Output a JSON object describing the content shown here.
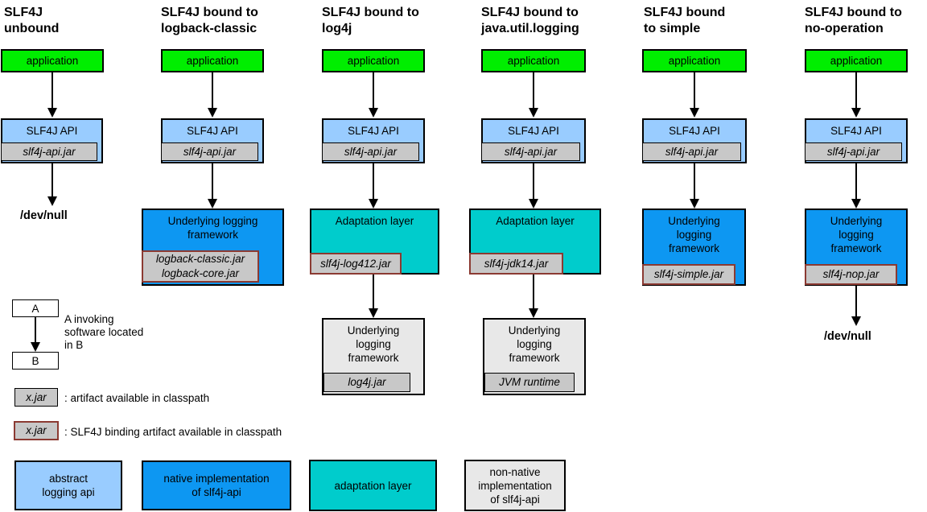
{
  "palette": {
    "application_green": "#00ee00",
    "abstract_api_light_blue": "#99ccff",
    "native_impl_blue": "#0d97f2",
    "adaptation_teal": "#00cccc",
    "jar_gray": "#c8c8c8",
    "non_native_gray": "#e8e8e8",
    "binding_border_red": "#8b3a32",
    "line_black": "#000000",
    "background": "#ffffff"
  },
  "columns": [
    {
      "title": "SLF4J\nunbound",
      "application": "application",
      "api": "SLF4J API",
      "api_jar": "slf4j-api.jar",
      "terminal": "/dev/null"
    },
    {
      "title": "SLF4J bound to\nlogback-classic",
      "application": "application",
      "api": "SLF4J API",
      "api_jar": "slf4j-api.jar",
      "framework": "Underlying logging\nframework",
      "framework_jar": "logback-classic.jar\nlogback-core.jar"
    },
    {
      "title": "SLF4J bound to\nlog4j",
      "application": "application",
      "api": "SLF4J API",
      "api_jar": "slf4j-api.jar",
      "adaptation": "Adaptation layer",
      "adaptation_jar": "slf4j-log412.jar",
      "framework": "Underlying\nlogging\nframework",
      "framework_jar": "log4j.jar"
    },
    {
      "title": "SLF4J bound to\njava.util.logging",
      "application": "application",
      "api": "SLF4J API",
      "api_jar": "slf4j-api.jar",
      "adaptation": "Adaptation layer",
      "adaptation_jar": "slf4j-jdk14.jar",
      "framework": "Underlying\nlogging\nframework",
      "framework_jar": "JVM runtime"
    },
    {
      "title": "SLF4J bound\nto simple",
      "application": "application",
      "api": "SLF4J API",
      "api_jar": "slf4j-api.jar",
      "framework": "Underlying\nlogging\nframework",
      "framework_jar": "slf4j-simple.jar"
    },
    {
      "title": "SLF4J bound to\nno-operation",
      "application": "application",
      "api": "SLF4J API",
      "api_jar": "slf4j-api.jar",
      "framework": "Underlying\nlogging\nframework",
      "framework_jar": "slf4j-nop.jar",
      "terminal": "/dev/null"
    }
  ],
  "legend": {
    "invoke": {
      "a": "A",
      "b": "B",
      "caption": "A invoking\nsoftware located\nin B"
    },
    "artifact": {
      "box": "x.jar",
      "caption": ": artifact available in classpath"
    },
    "binding": {
      "box": "x.jar",
      "caption": ": SLF4J binding artifact available in classpath"
    },
    "categories": [
      {
        "label": "abstract\nlogging api"
      },
      {
        "label": "native implementation\nof slf4j-api"
      },
      {
        "label": "adaptation layer"
      },
      {
        "label": "non-native\nimplementation\nof slf4j-api"
      }
    ]
  }
}
